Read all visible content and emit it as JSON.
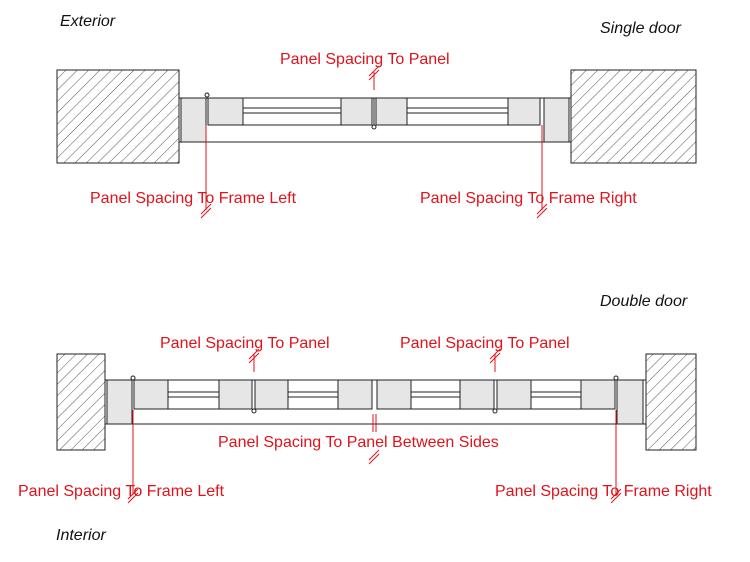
{
  "labels": {
    "exterior": "Exterior",
    "interior": "Interior",
    "single_door": "Single door",
    "double_door": "Double door",
    "spacing_panel": "Panel Spacing To Panel",
    "spacing_frame_left": "Panel Spacing To Frame Left",
    "spacing_frame_right": "Panel Spacing To Frame Right",
    "spacing_between_sides": "Panel Spacing To Panel Between Sides"
  },
  "colors": {
    "annotation": "#e0121b",
    "outline": "#222222",
    "fill_grey": "#e6e6e6"
  }
}
